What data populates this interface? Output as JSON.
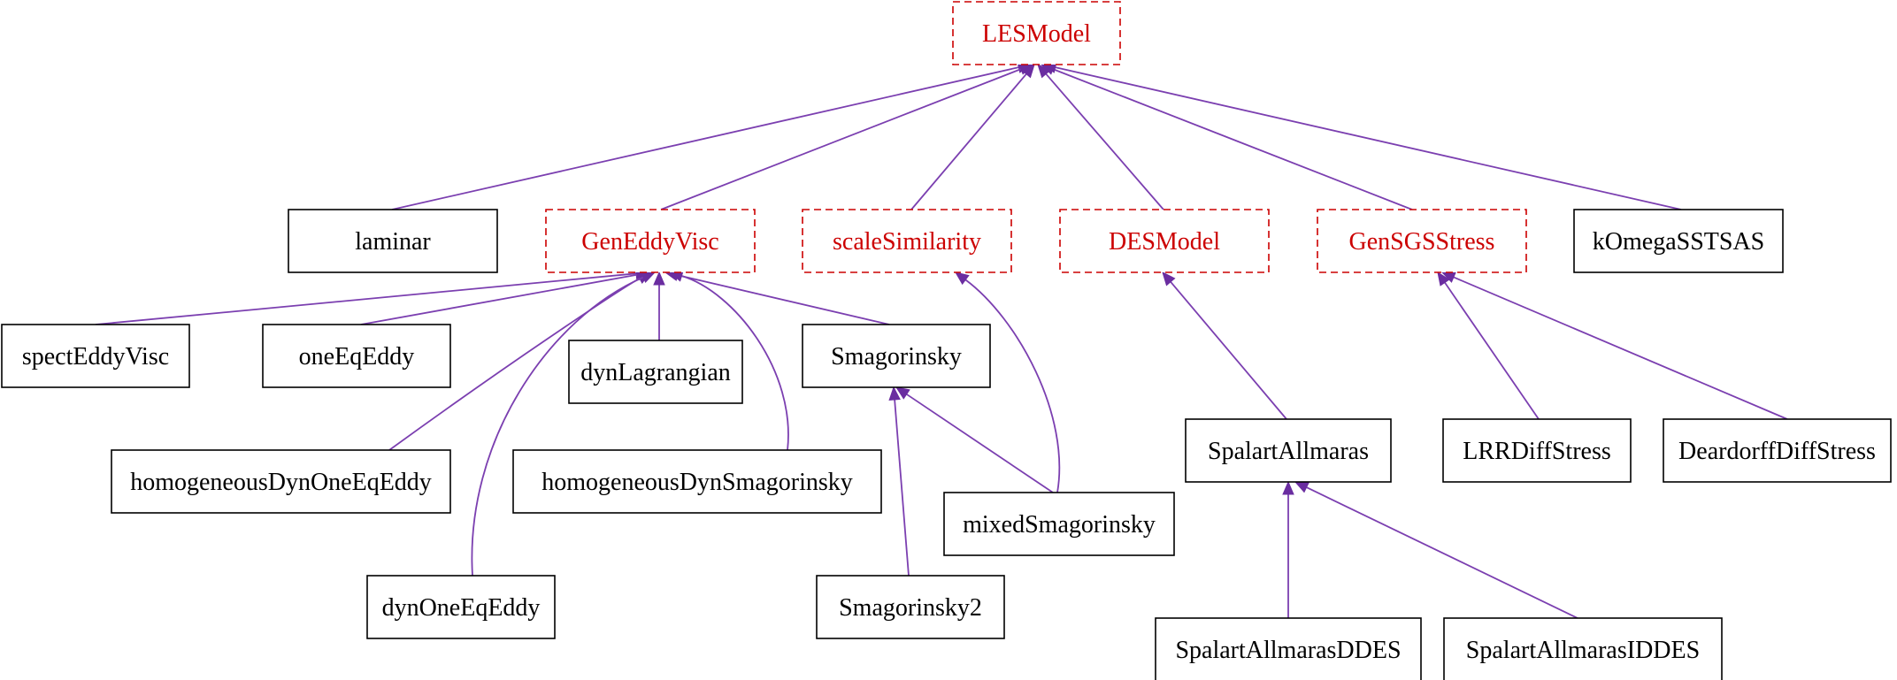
{
  "diagram": {
    "colors": {
      "edge": "#7b3fb0",
      "arrowhead": "#6a2da0",
      "abstract_text": "#cc0000",
      "abstract_border": "#cc0000",
      "concrete_text": "#000000",
      "concrete_border": "#000000"
    },
    "nodes": [
      {
        "id": "LESModel",
        "label": "LESModel",
        "abstract": true
      },
      {
        "id": "laminar",
        "label": "laminar",
        "abstract": false
      },
      {
        "id": "GenEddyVisc",
        "label": "GenEddyVisc",
        "abstract": true
      },
      {
        "id": "scaleSimilarity",
        "label": "scaleSimilarity",
        "abstract": true
      },
      {
        "id": "DESModel",
        "label": "DESModel",
        "abstract": true
      },
      {
        "id": "GenSGSStress",
        "label": "GenSGSStress",
        "abstract": true
      },
      {
        "id": "kOmegaSSTSAS",
        "label": "kOmegaSSTSAS",
        "abstract": false
      },
      {
        "id": "spectEddyVisc",
        "label": "spectEddyVisc",
        "abstract": false
      },
      {
        "id": "oneEqEddy",
        "label": "oneEqEddy",
        "abstract": false
      },
      {
        "id": "dynLagrangian",
        "label": "dynLagrangian",
        "abstract": false
      },
      {
        "id": "Smagorinsky",
        "label": "Smagorinsky",
        "abstract": false
      },
      {
        "id": "homogeneousDynOneEqEddy",
        "label": "homogeneousDynOneEqEddy",
        "abstract": false
      },
      {
        "id": "homogeneousDynSmagorinsky",
        "label": "homogeneousDynSmagorinsky",
        "abstract": false
      },
      {
        "id": "mixedSmagorinsky",
        "label": "mixedSmagorinsky",
        "abstract": false
      },
      {
        "id": "dynOneEqEddy",
        "label": "dynOneEqEddy",
        "abstract": false
      },
      {
        "id": "Smagorinsky2",
        "label": "Smagorinsky2",
        "abstract": false
      },
      {
        "id": "SpalartAllmaras",
        "label": "SpalartAllmaras",
        "abstract": false
      },
      {
        "id": "LRRDiffStress",
        "label": "LRRDiffStress",
        "abstract": false
      },
      {
        "id": "DeardorffDiffStress",
        "label": "DeardorffDiffStress",
        "abstract": false
      },
      {
        "id": "SpalartAllmarasDDES",
        "label": "SpalartAllmarasDDES",
        "abstract": false
      },
      {
        "id": "SpalartAllmarasIDDES",
        "label": "SpalartAllmarasIDDES",
        "abstract": false
      }
    ],
    "edges": [
      {
        "from": "laminar",
        "to": "LESModel"
      },
      {
        "from": "GenEddyVisc",
        "to": "LESModel"
      },
      {
        "from": "scaleSimilarity",
        "to": "LESModel"
      },
      {
        "from": "DESModel",
        "to": "LESModel"
      },
      {
        "from": "GenSGSStress",
        "to": "LESModel"
      },
      {
        "from": "kOmegaSSTSAS",
        "to": "LESModel"
      },
      {
        "from": "spectEddyVisc",
        "to": "GenEddyVisc"
      },
      {
        "from": "oneEqEddy",
        "to": "GenEddyVisc"
      },
      {
        "from": "dynLagrangian",
        "to": "GenEddyVisc"
      },
      {
        "from": "Smagorinsky",
        "to": "GenEddyVisc"
      },
      {
        "from": "homogeneousDynOneEqEddy",
        "to": "GenEddyVisc"
      },
      {
        "from": "homogeneousDynSmagorinsky",
        "to": "GenEddyVisc"
      },
      {
        "from": "dynOneEqEddy",
        "to": "GenEddyVisc"
      },
      {
        "from": "mixedSmagorinsky",
        "to": "Smagorinsky"
      },
      {
        "from": "mixedSmagorinsky",
        "to": "scaleSimilarity"
      },
      {
        "from": "Smagorinsky2",
        "to": "Smagorinsky"
      },
      {
        "from": "SpalartAllmaras",
        "to": "DESModel"
      },
      {
        "from": "LRRDiffStress",
        "to": "GenSGSStress"
      },
      {
        "from": "DeardorffDiffStress",
        "to": "GenSGSStress"
      },
      {
        "from": "SpalartAllmarasDDES",
        "to": "SpalartAllmaras"
      },
      {
        "from": "SpalartAllmarasIDDES",
        "to": "SpalartAllmaras"
      }
    ]
  }
}
